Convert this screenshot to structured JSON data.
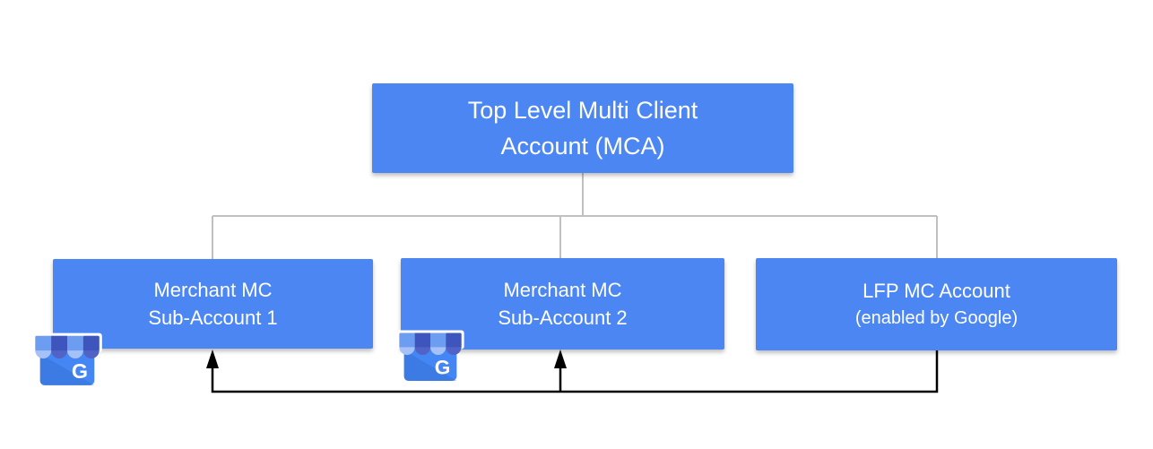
{
  "diagram": {
    "top_account": {
      "line1": "Top Level Multi Client",
      "line2": "Account (MCA)"
    },
    "sub_account_1": {
      "line1": "Merchant MC",
      "line2": "Sub-Account 1"
    },
    "sub_account_2": {
      "line1": "Merchant MC",
      "line2": "Sub-Account 2"
    },
    "lfp_account": {
      "line1": "LFP MC Account",
      "line2": "(enabled by Google)"
    }
  },
  "icons": {
    "business_profile_icon": "google-business-profile-storefront",
    "business_profile_letter": "G"
  },
  "colors": {
    "box_fill": "#4B86F3",
    "box_text": "#FFFFFF",
    "tree_line": "#C0C0C0",
    "feedback_line": "#000000",
    "awning_light": "#6D9DF0",
    "awning_dark": "#3E55BE",
    "scallop_light": "#A6C1F7",
    "scallop_dark": "#5163C6",
    "icon_body": "#4486F3"
  }
}
